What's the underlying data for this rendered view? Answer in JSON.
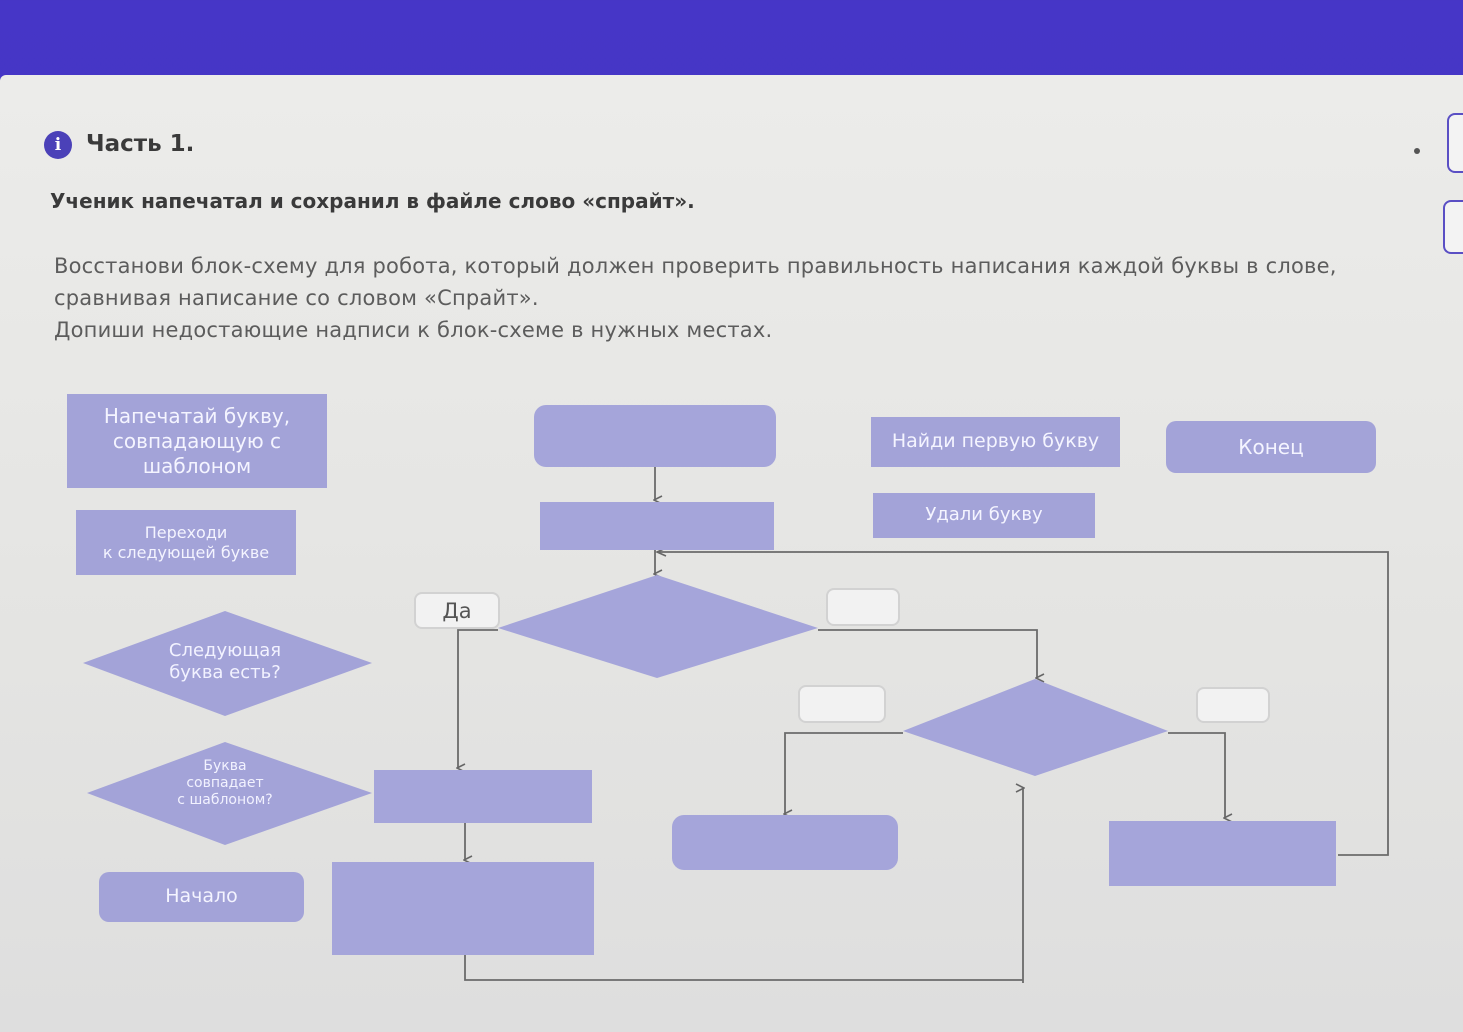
{
  "header": {
    "info_icon": "i",
    "part_title": "Часть 1.",
    "task": "Ученик напечатал и сохранил в файле слово «спрайт».",
    "description_lines": [
      "Восстанови блок-схему для робота, который должен проверить правильность написания каждой буквы в слове,",
      "сравнивая написание со словом «Спрайт».",
      "Допиши недостающие надписи к блок-схеме в нужных местах."
    ]
  },
  "palette": {
    "print_letter": "Напечатай букву, совпадающую с шаблоном",
    "next_letter_line1": "Переходи",
    "next_letter_line2": "к следующей букве",
    "next_exists_line1": "Следующая",
    "next_exists_line2": "буква есть?",
    "matches_line1": "Буква",
    "matches_line2": "совпадает",
    "matches_line3": "с шаблоном?",
    "start": "Начало",
    "find_first": "Найди первую букву",
    "delete_letter": "Удали букву",
    "end": "Конец"
  },
  "diagram": {
    "yes_label": "Да",
    "empty_label_1": "",
    "empty_label_2": "",
    "empty_label_3": ""
  },
  "colors": {
    "block": "#a3a3d8",
    "background_top": "#4636c7",
    "panel": "#ececea",
    "lines": "#6b6b6b"
  }
}
